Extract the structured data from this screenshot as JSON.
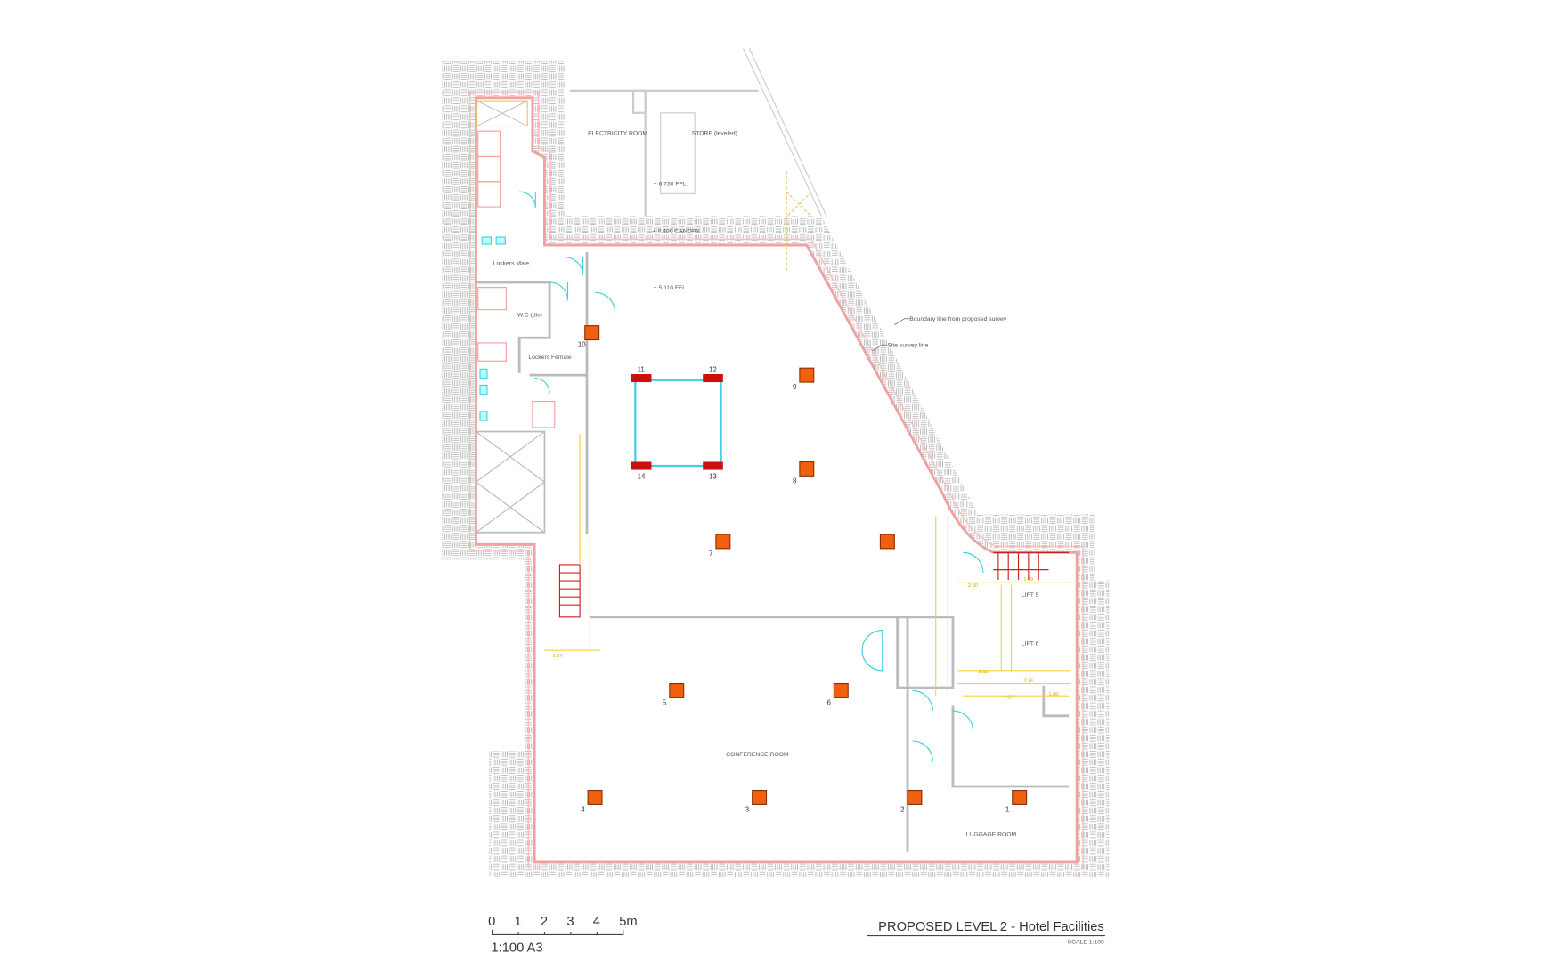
{
  "drawing": {
    "title": "PROPOSED LEVEL 2 - Hotel Facilities",
    "subtitle": "SCALE 1:100",
    "scale_bar": {
      "ticks": [
        "0",
        "1",
        "2",
        "3",
        "4",
        "5m"
      ],
      "caption": "1:100 A3"
    }
  },
  "rooms": {
    "electricity": "ELECTRICITY ROOM",
    "store": "STORE (leveled)",
    "ffl_upper": "+ 6.730 FFL",
    "canopy": "+ 4.400 CANOPY",
    "lockers_male": "Lockers Male",
    "wc": "W.C (dis)",
    "lockers_female": "Lockers Female",
    "ffl_main": "+ 5.110 FFL",
    "lift5": "LIFT 5",
    "lift6": "LIFT 6",
    "conference": "CONFERENCE ROOM",
    "luggage": "LUGGAGE ROOM"
  },
  "annotations": {
    "boundary": "Boundary line from proposed survey",
    "site_survey": "Site survey line"
  },
  "dimensions": [
    "2.50",
    "1.79",
    "4.44",
    "2.36",
    "4.97",
    "1.80",
    "1.34"
  ],
  "columns": [
    {
      "id": "1"
    },
    {
      "id": "2"
    },
    {
      "id": "3"
    },
    {
      "id": "4"
    },
    {
      "id": "5"
    },
    {
      "id": "6"
    },
    {
      "id": "7"
    },
    {
      "id": "8"
    },
    {
      "id": "9"
    },
    {
      "id": "10"
    },
    {
      "id": "11"
    },
    {
      "id": "12"
    },
    {
      "id": "13"
    },
    {
      "id": "14"
    }
  ],
  "colors": {
    "wall_outline": "#f2a0a0",
    "column": "#f06010",
    "column_red": "#cc1010",
    "door": "#40d0e0",
    "dimension": "#f5d040",
    "partition": "#bbbbbb",
    "hatch": "#999999"
  }
}
